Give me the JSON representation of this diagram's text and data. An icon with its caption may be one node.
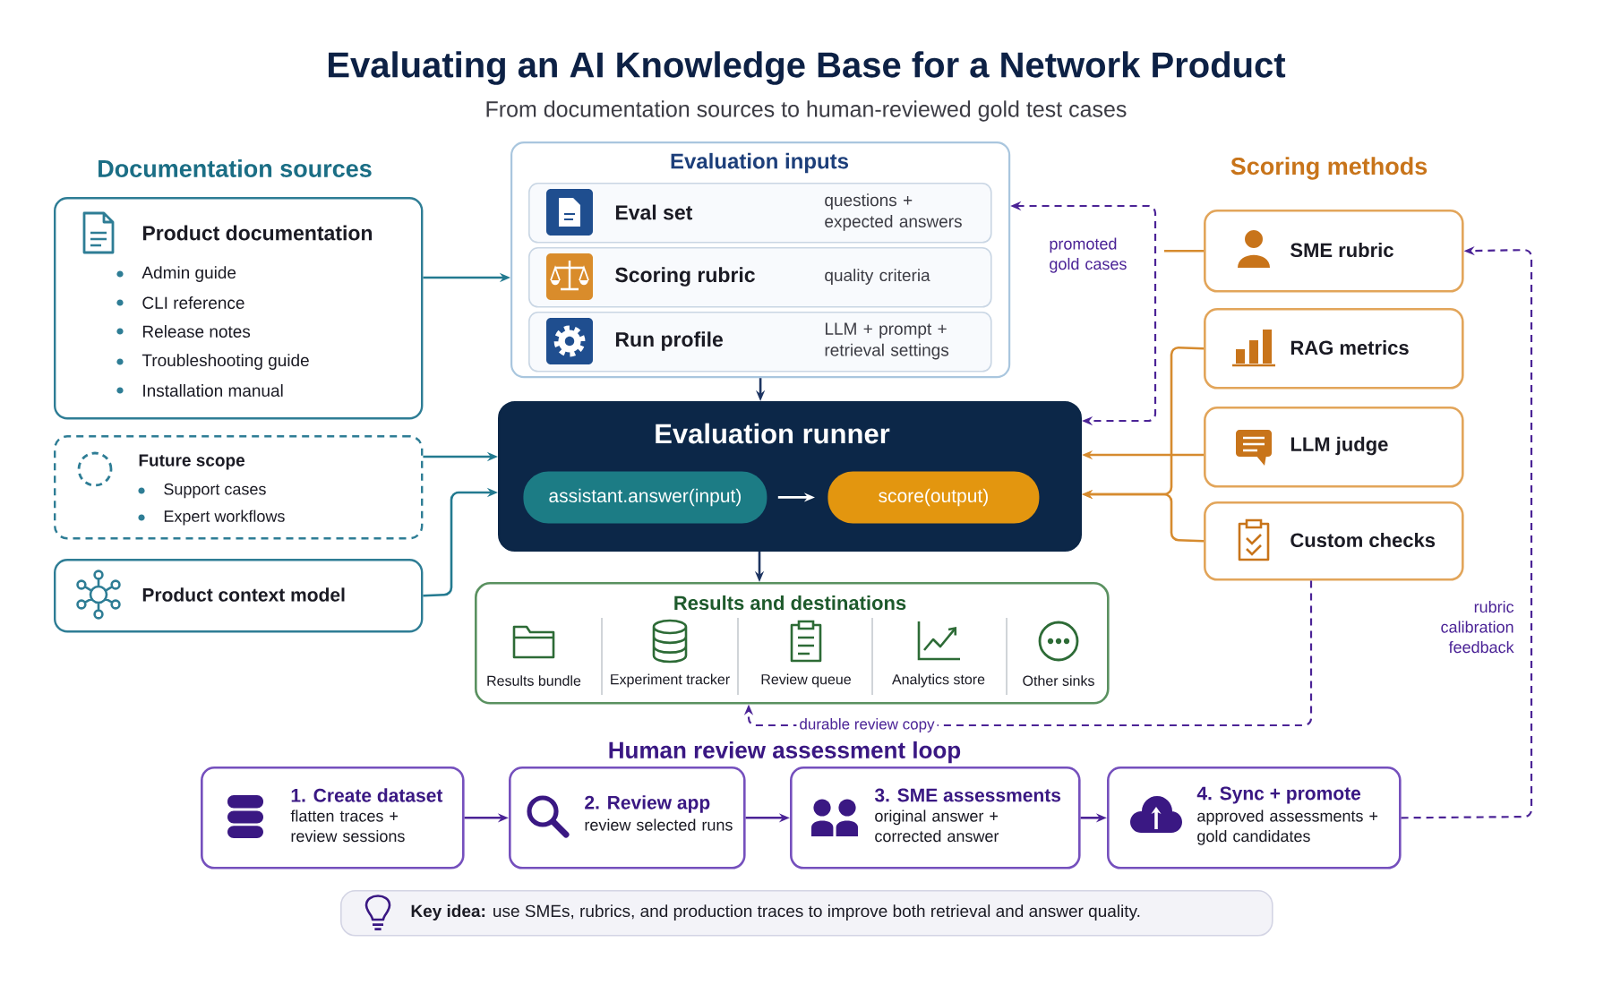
{
  "diagram": {
    "title": "Evaluating an AI Knowledge Base for a Network Product",
    "nodes": [
      {
        "text": [
          "Product documentation",
          "Admin guide",
          "CLI reference",
          "Release notes",
          "Troubleshooting guide",
          "Installation manual"
        ]
      },
      {
        "text": [
          "Future scope",
          "Support cases",
          "Expert workflows"
        ]
      },
      {
        "text": [
          "Product context model"
        ]
      },
      {
        "text": [
          "Evaluation inputs"
        ]
      },
      {
        "text": [
          "Eval set",
          "questions + expected answers"
        ],
        "in": 3
      },
      {
        "text": [
          "Scoring rubric",
          "quality criteria"
        ],
        "in": 3
      },
      {
        "text": [
          "Run profile",
          "LLM + prompt + retrieval settings"
        ],
        "in": 3
      },
      {
        "text": [
          "Evaluation runner"
        ]
      },
      {
        "text": [
          "assistant.answer(input)"
        ],
        "in": 7
      },
      {
        "text": [
          "score(output)"
        ],
        "in": 7
      },
      {
        "text": [
          "SME rubric"
        ]
      },
      {
        "text": [
          "RAG metrics"
        ]
      },
      {
        "text": [
          "LLM judge"
        ]
      },
      {
        "text": [
          "Custom checks"
        ]
      },
      {
        "text": [
          "Results and destinations"
        ]
      },
      {
        "text": [
          "Results bundle"
        ],
        "in": 14
      },
      {
        "text": [
          "Experiment tracker"
        ],
        "in": 14
      },
      {
        "text": [
          "Review queue"
        ],
        "in": 14
      },
      {
        "text": [
          "Analytics store"
        ],
        "in": 14
      },
      {
        "text": [
          "Other sinks"
        ],
        "in": 14
      },
      {
        "text": [
          "1. Create dataset",
          "flatten traces + review sessions"
        ]
      },
      {
        "text": [
          "2. Review app",
          "review selected runs"
        ]
      },
      {
        "text": [
          "3. SME assessments",
          "original answer + corrected answer"
        ]
      },
      {
        "text": [
          "4. Sync + promote",
          "approved assessments + gold candidates"
        ]
      },
      {
        "text": [
          "**Key idea:** use SMEs, rubrics, and production traces to improve both retrieval and answer quality."
        ]
      }
    ],
    "edges": [
      {
        "from": 0,
        "to": 3,
        "arrow": "to",
        "color": "#237a90"
      },
      {
        "from": 1,
        "to": 7,
        "arrow": "to",
        "color": "#237a90"
      },
      {
        "from": 2,
        "to": 7,
        "arrow": "to",
        "color": "#237a90"
      },
      {
        "from": 3,
        "to": 7,
        "arrow": "to",
        "color": "#1d3461"
      },
      {
        "from": 8,
        "to": 9,
        "arrow": "to",
        "color": "#ffffff"
      },
      {
        "from": 7,
        "to": 14,
        "arrow": "to",
        "color": "#1d3461"
      },
      {
        "from": 3,
        "to": 7,
        "arrow": "both",
        "label": "promoted gold cases",
        "style": "dashed"
      },
      {
        "from": 10,
        "to": null,
        "arrow": "none",
        "color": "#d68b2f"
      },
      {
        "from": 11,
        "to": 7,
        "arrow": "to",
        "color": "#d68b2f"
      },
      {
        "from": 12,
        "to": 7,
        "arrow": "to",
        "color": "#d68b2f"
      },
      {
        "from": 13,
        "to": 7,
        "arrow": "to",
        "color": "#d68b2f"
      },
      {
        "from": 13,
        "to": 14,
        "arrow": "to",
        "label": "durable review copy",
        "style": "dashed"
      },
      {
        "from": 20,
        "to": 21,
        "arrow": "to"
      },
      {
        "from": 21,
        "to": 22,
        "arrow": "to"
      },
      {
        "from": 22,
        "to": 23,
        "arrow": "to"
      },
      {
        "from": 23,
        "to": 10,
        "arrow": "to",
        "label": "rubric calibration feedback",
        "style": "dashed"
      }
    ],
    "labels": [
      "From documentation sources to human-reviewed gold test cases",
      "Documentation sources",
      "Scoring methods",
      "Human review assessment loop"
    ]
  }
}
